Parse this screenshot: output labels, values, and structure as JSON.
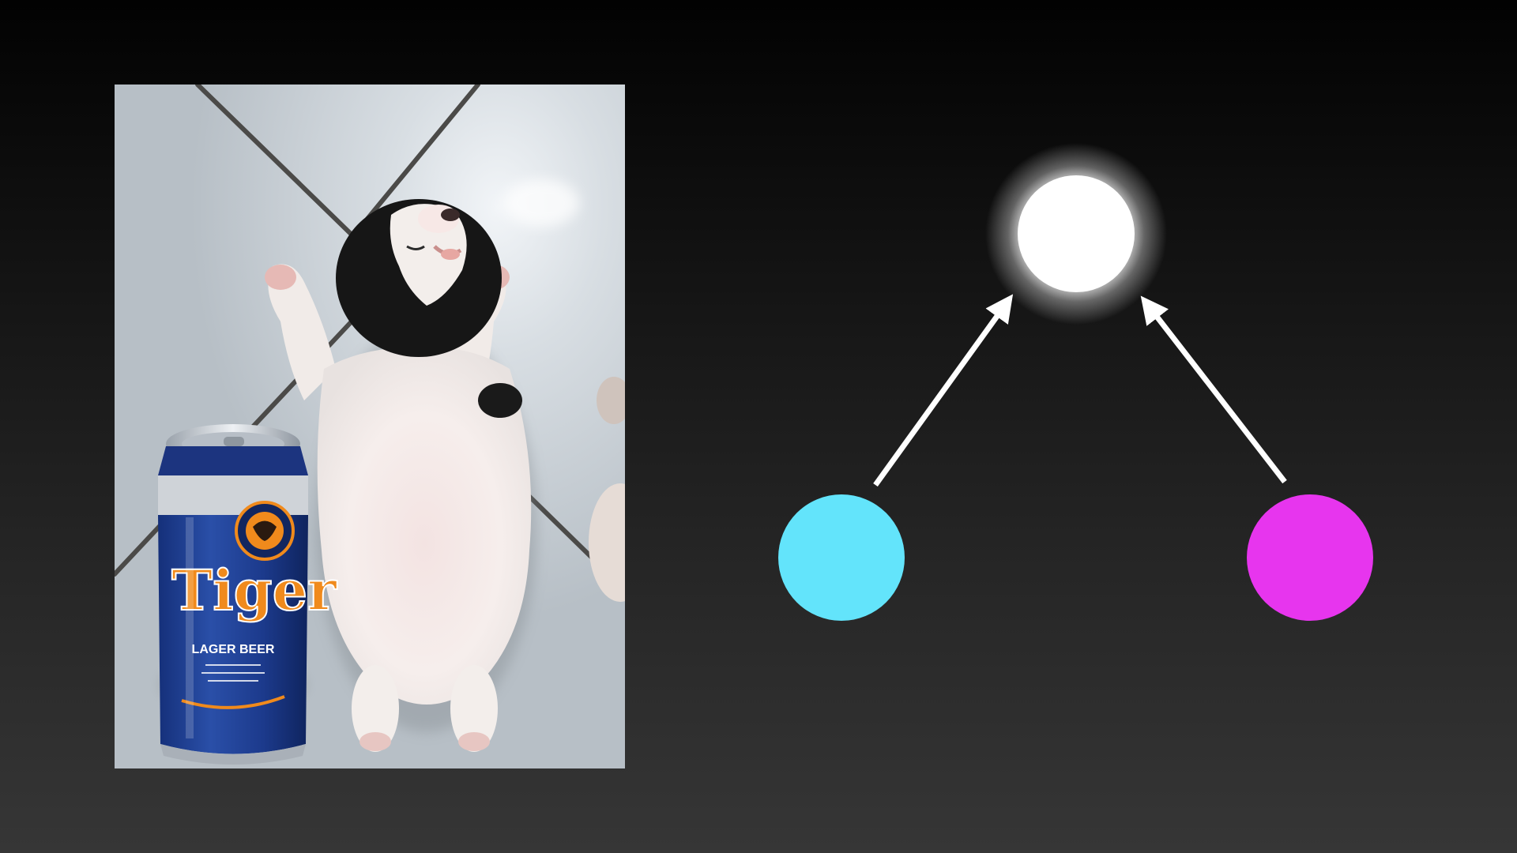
{
  "photo": {
    "subject": "puppy-sleeping-beside-beer-can",
    "can_brand": "Tiger",
    "can_label": "LAGER BEER",
    "colors": {
      "tile": "#c9d0d6",
      "grout": "#4a4a48",
      "can_blue": "#1f3d8a",
      "can_silver": "#cfd3d8",
      "brand_orange": "#f08a1c",
      "puppy_white": "#f4efec",
      "puppy_black": "#141414"
    }
  },
  "diagram": {
    "nodes": [
      {
        "id": "top",
        "color": "#ffffff",
        "glow": true
      },
      {
        "id": "left",
        "color": "#63e4fb",
        "glow": false
      },
      {
        "id": "right",
        "color": "#e735ee",
        "glow": false
      }
    ],
    "edges": [
      {
        "from": "left",
        "to": "top",
        "color": "#ffffff",
        "arrow": "end"
      },
      {
        "from": "right",
        "to": "top",
        "color": "#ffffff",
        "arrow": "end"
      }
    ]
  }
}
